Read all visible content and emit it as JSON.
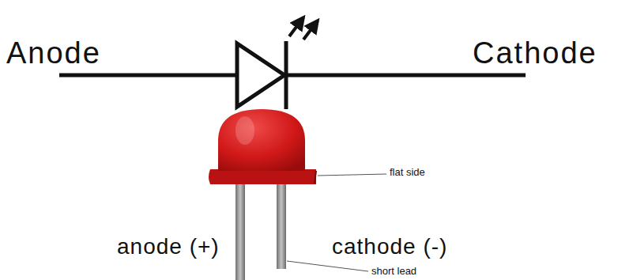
{
  "diagram": {
    "labels": [
      "Anode",
      "Cathode",
      "flat side",
      "short lead",
      "anode (+)",
      "cathode (-)"
    ]
  }
}
